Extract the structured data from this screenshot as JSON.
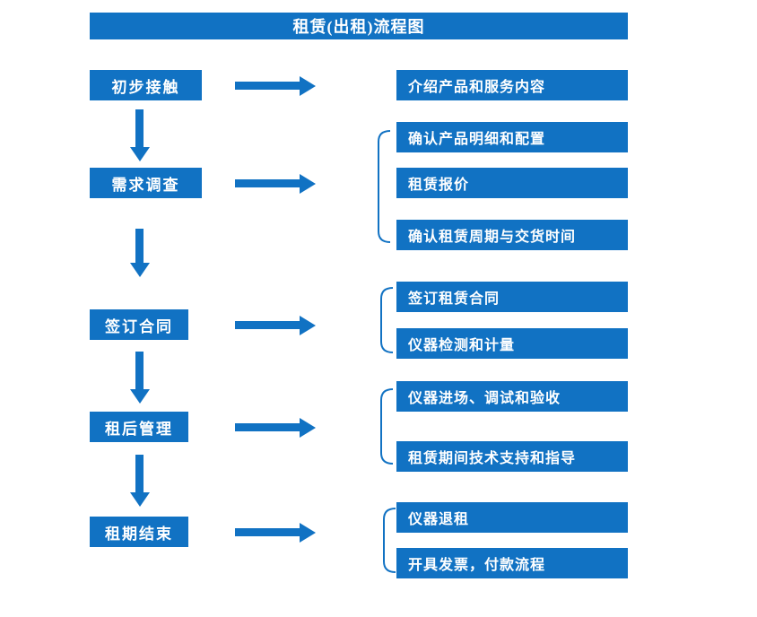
{
  "title": "租赁(出租)流程图",
  "colors": {
    "primary": "#1172c3",
    "box_text": "#ffffff",
    "background": "#ffffff"
  },
  "steps": [
    {
      "label": "初步接触",
      "details": [
        "介绍产品和服务内容"
      ]
    },
    {
      "label": "需求调查",
      "details": [
        "确认产品明细和配置",
        "租赁报价",
        "确认租赁周期与交货时间"
      ]
    },
    {
      "label": "签订合同",
      "details": [
        "签订租赁合同",
        "仪器检测和计量"
      ]
    },
    {
      "label": "租后管理",
      "details": [
        "仪器进场、调试和验收",
        "租赁期间技术支持和指导"
      ]
    },
    {
      "label": "租期结束",
      "details": [
        "仪器退租",
        "开具发票，付款流程"
      ]
    }
  ]
}
